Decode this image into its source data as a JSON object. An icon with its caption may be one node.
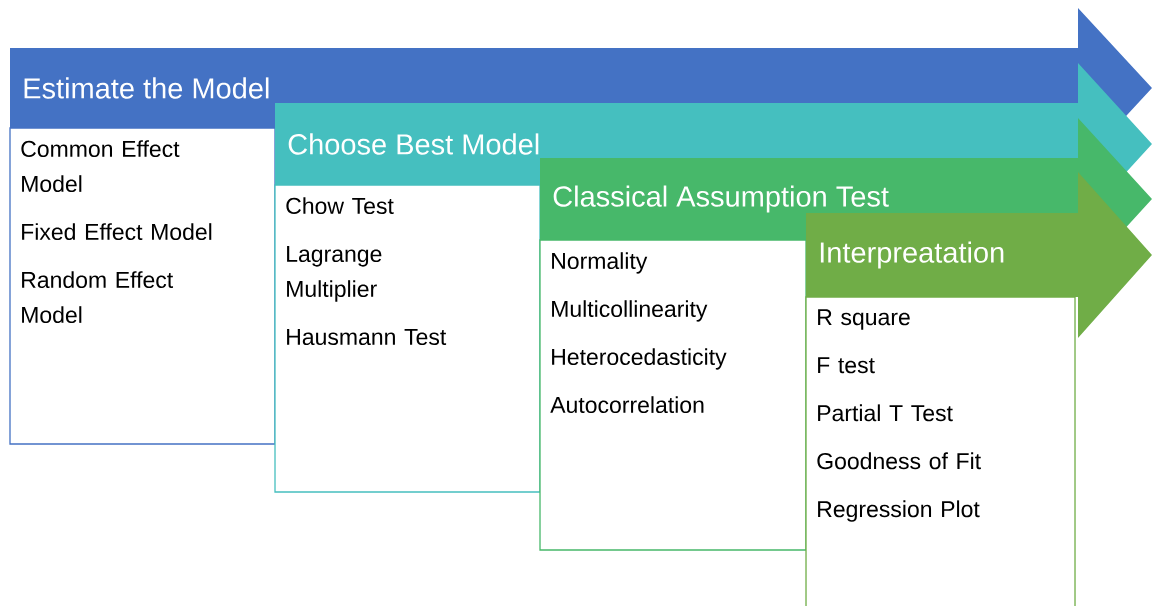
{
  "diagram": {
    "nodes": [
      {
        "text": [
          "Estimate the Model"
        ]
      },
      {
        "text": [
          "Common Effect Model",
          "Fixed Effect Model",
          "Random Effect Model"
        ]
      },
      {
        "text": [
          "Choose Best Model"
        ]
      },
      {
        "text": [
          "Chow Test",
          "Lagrange Multiplier",
          "Hausmann Test"
        ]
      },
      {
        "text": [
          "Classical Assumption Test"
        ]
      },
      {
        "text": [
          "Normality",
          "Multicollinearity",
          "Heterocedasticity",
          "Autocorrelation"
        ]
      },
      {
        "text": [
          "Interpreatation"
        ]
      },
      {
        "text": [
          "R square",
          "F test",
          "Partial T Test",
          "Goodness of Fit",
          "Regression Plot"
        ]
      }
    ]
  }
}
